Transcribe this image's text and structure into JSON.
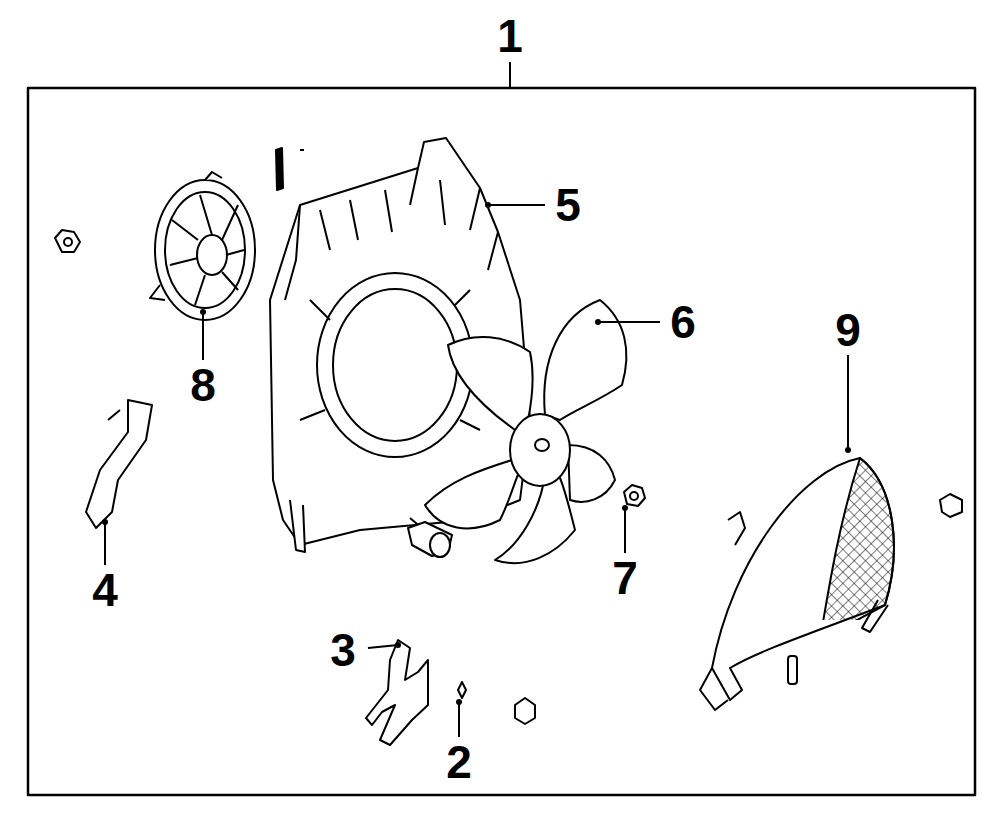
{
  "diagram": {
    "labels": [
      "1",
      "5",
      "6",
      "8",
      "9",
      "4",
      "7",
      "3",
      "2"
    ]
  }
}
